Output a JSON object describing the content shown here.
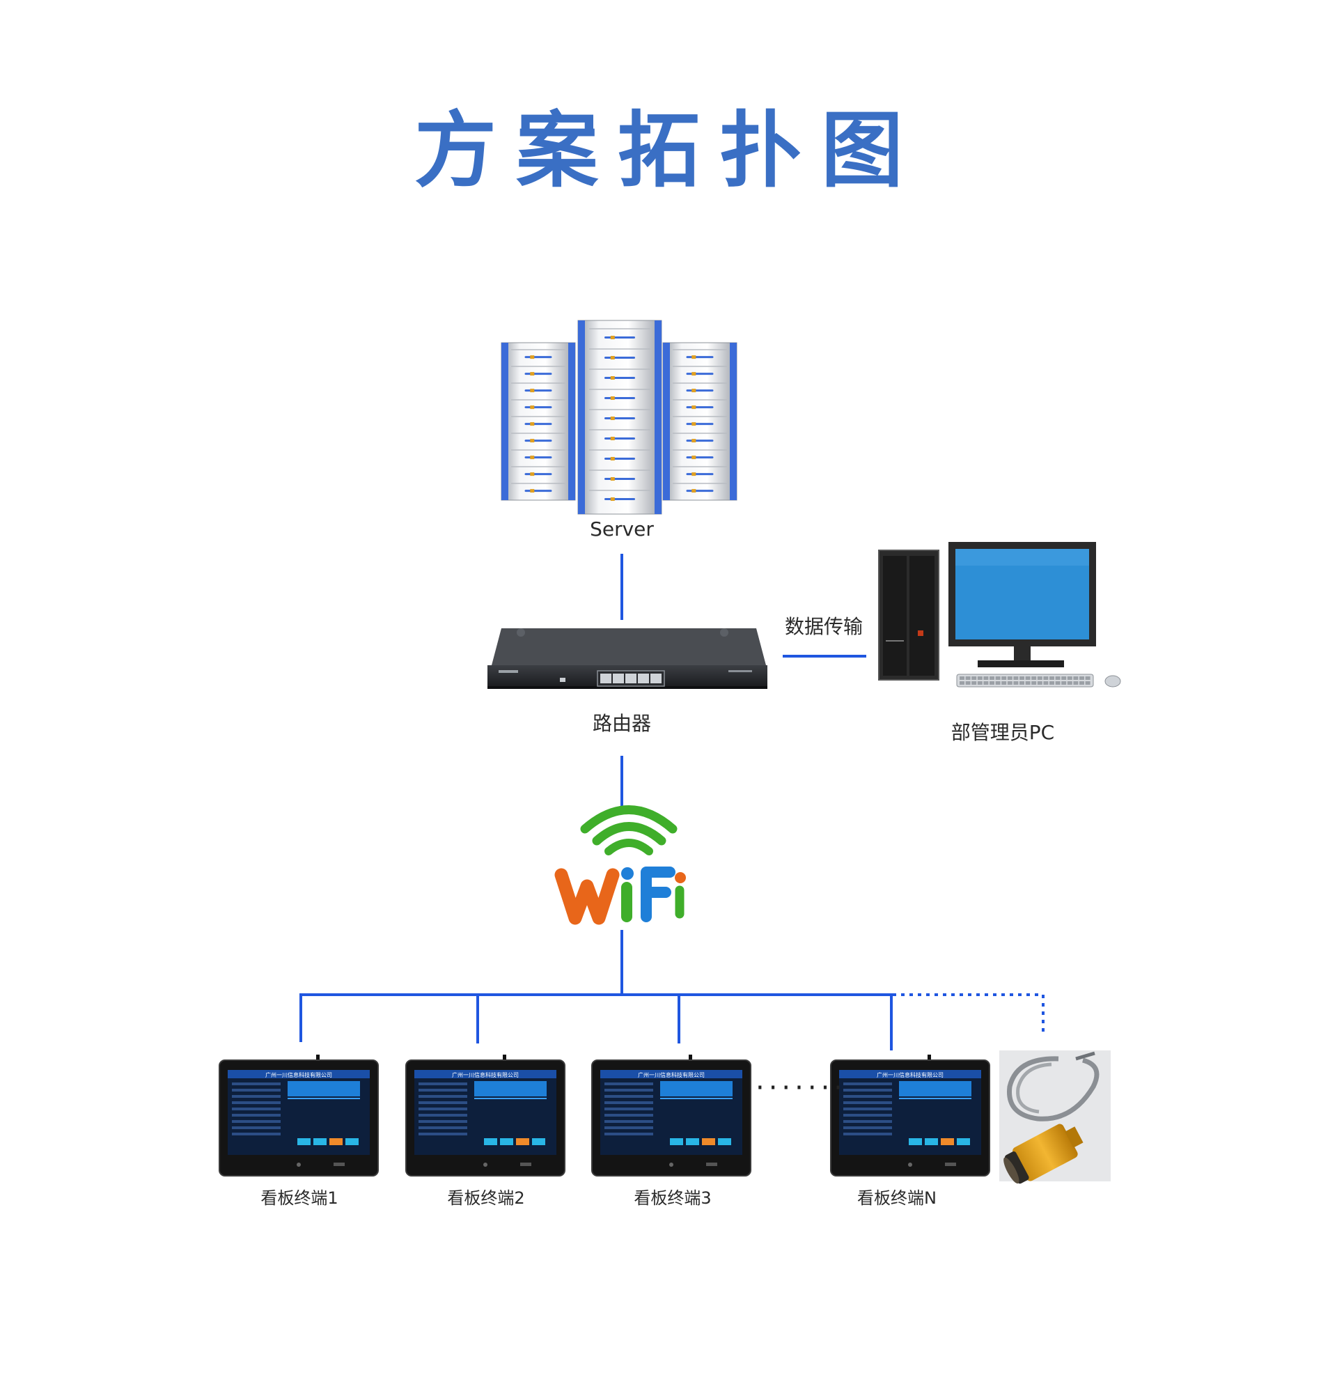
{
  "title": "方案拓扑图",
  "colors": {
    "title": "#3a6fc4",
    "line": "#1f56e0",
    "server_accent": "#3b6bd8",
    "wifi_green": "#3fae2a",
    "wifi_orange": "#e8661a",
    "wifi_blue": "#1f7fd8",
    "monitor_screen": "#2d8fd6"
  },
  "labels": {
    "server": "Server",
    "router": "路由器",
    "pc": "部管理员PC",
    "transfer": "数据传输",
    "wifi": "WiFi"
  },
  "terminals": [
    {
      "label": "看板终端1"
    },
    {
      "label": "看板终端2"
    },
    {
      "label": "看板终端3"
    },
    {
      "label": "看板终端N"
    }
  ],
  "ellipsis": "·······",
  "sensor_icon": "photoelectric-sensor-icon",
  "terminal_screen": {
    "company": "广州一川信息科技有限公司"
  }
}
